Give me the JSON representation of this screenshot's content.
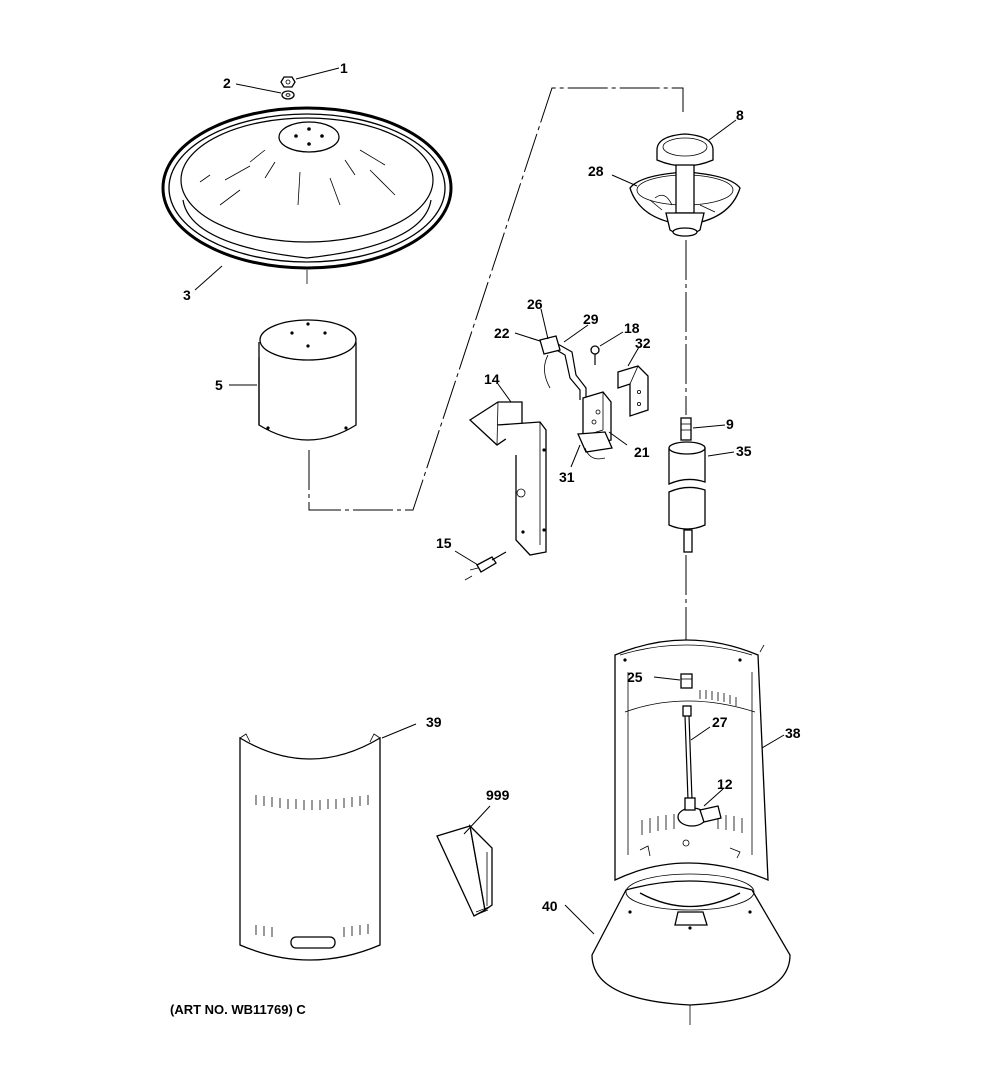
{
  "callouts": {
    "c1": "1",
    "c2": "2",
    "c3": "3",
    "c5": "5",
    "c8": "8",
    "c9": "9",
    "c12": "12",
    "c14": "14",
    "c15": "15",
    "c18": "18",
    "c21": "21",
    "c22": "22",
    "c25": "25",
    "c26": "26",
    "c27": "27",
    "c28": "28",
    "c29": "29",
    "c31": "31",
    "c32": "32",
    "c35": "35",
    "c38": "38",
    "c39": "39",
    "c40": "40",
    "c999": "999"
  },
  "caption": "(ART NO. WB11769) C"
}
